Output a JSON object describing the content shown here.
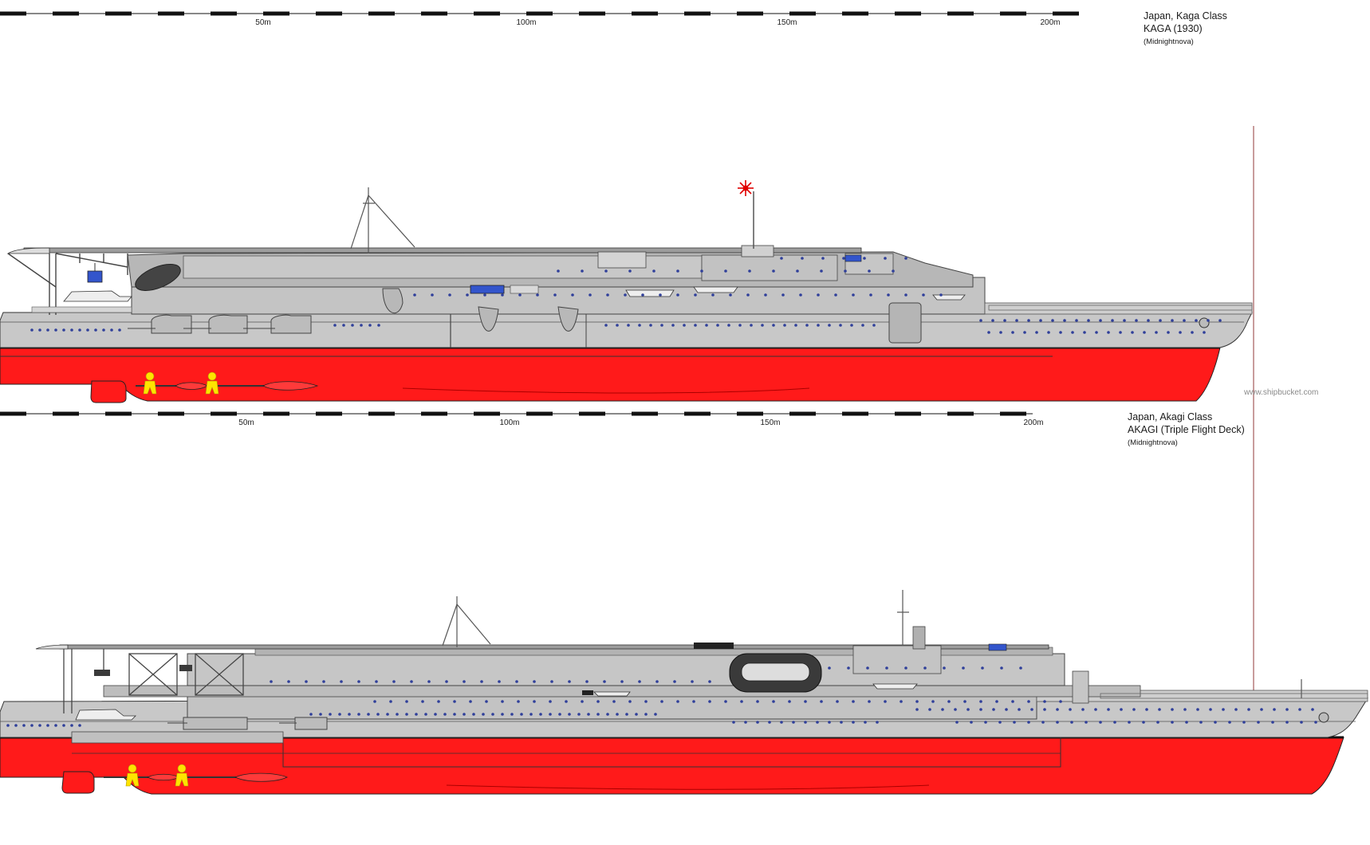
{
  "ships": [
    {
      "id": "kaga",
      "caption": {
        "line1": "Japan, Kaga Class",
        "line2": "KAGA (1930)",
        "line3": "(Midnightnova)"
      },
      "scale": {
        "labels": [
          "50m",
          "100m",
          "150m",
          "200m"
        ]
      }
    },
    {
      "id": "akagi",
      "caption": {
        "line1": "Japan, Akagi Class",
        "line2": "AKAGI (Triple Flight Deck)",
        "line3": "(Midnightnova)"
      },
      "scale": {
        "labels": [
          "50m",
          "100m",
          "150m",
          "200m"
        ]
      }
    }
  ],
  "watermark": "www.shipbucket.com",
  "colors": {
    "hull_red": "#ff1a1a",
    "hull_grey": "#c8c8c8",
    "deck_grey": "#bdbdbd",
    "dark_grey": "#6e6e6e",
    "line": "#3a3a3a",
    "porthole": "#2f3f9a",
    "window_blue": "#3355cc",
    "flag_red": "#e00000",
    "crew_yellow": "#ffe400",
    "vertical_line": "#a35a5a"
  },
  "icons": [
    "rising-sun-flag-icon",
    "crew-figure-icon",
    "scale-bar-icon"
  ]
}
